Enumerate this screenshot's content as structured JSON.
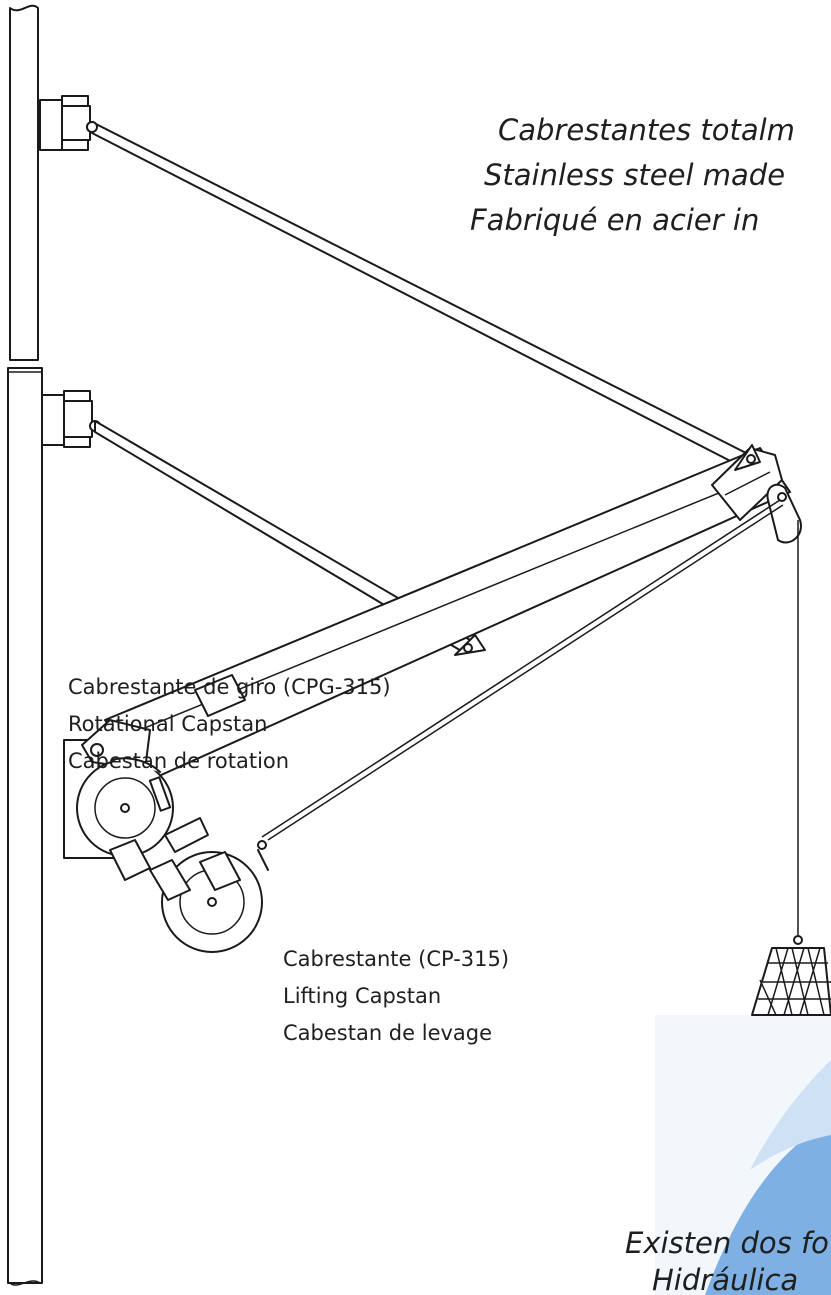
{
  "header_caption": {
    "line1": "Cabrestantes totalm",
    "line2": "Stainless steel made",
    "line3": "Fabriqué en acier in"
  },
  "rotational_capstan_label": {
    "line1": "Cabrestante de giro (CPG-315)",
    "line2": "Rotational Capstan",
    "line3": "Cabestan de rotation"
  },
  "lifting_capstan_label": {
    "line1": "Cabrestante (CP-315)",
    "line2": "Lifting Capstan",
    "line3": "Cabestan de levage"
  },
  "footer_caption": {
    "line1": "Existen dos fo",
    "line2": "Hidráulica"
  },
  "colors": {
    "line": "#1a1a1a",
    "watermark": "#7fb0e3",
    "watermark_light": "#eaf2fb"
  }
}
